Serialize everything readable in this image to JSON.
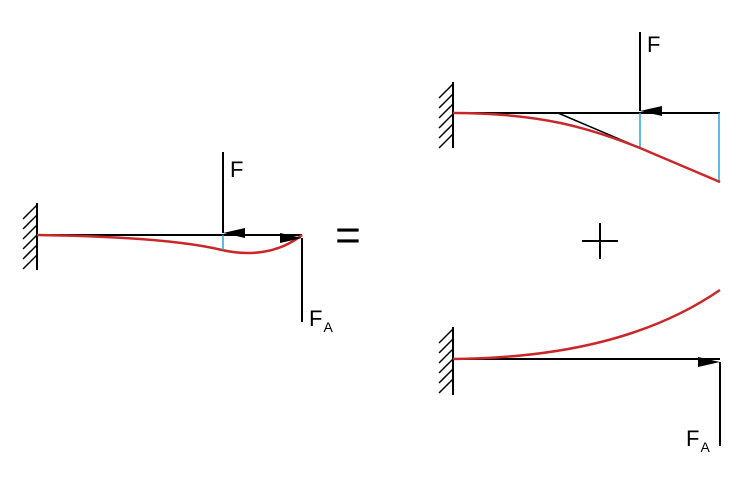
{
  "diagram": {
    "equals_sign": "=",
    "plus_sign": "+",
    "colors": {
      "beam": "#000000",
      "deflection": "#c8282a",
      "construction": "#2aa3d8"
    },
    "left": {
      "force_label": "F",
      "reaction_label": "F",
      "reaction_subscript": "A"
    },
    "top_right": {
      "force_label": "F"
    },
    "bottom_right": {
      "reaction_label": "F",
      "reaction_subscript": "A"
    }
  }
}
